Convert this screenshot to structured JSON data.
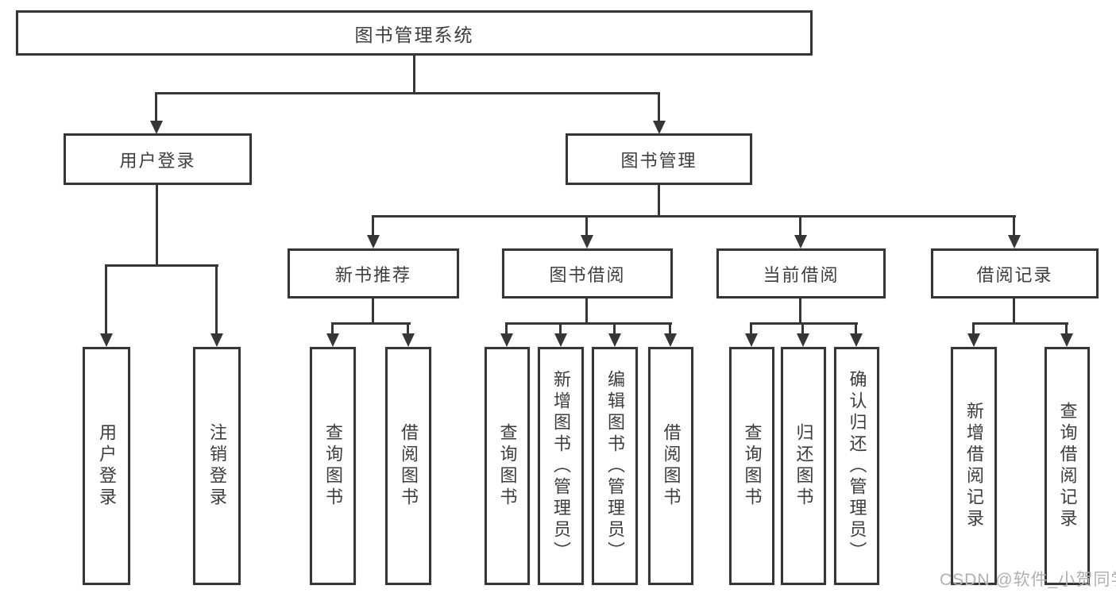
{
  "diagram": {
    "title_node": {
      "label": "图书管理系统"
    },
    "level2": [
      {
        "id": "user-login",
        "label": "用户登录"
      },
      {
        "id": "book-management",
        "label": "图书管理"
      }
    ],
    "level3": [
      {
        "id": "new-book-recommend",
        "label": "新书推荐",
        "parent": "图书管理"
      },
      {
        "id": "book-borrow",
        "label": "图书借阅",
        "parent": "图书管理"
      },
      {
        "id": "current-borrow",
        "label": "当前借阅",
        "parent": "图书管理"
      },
      {
        "id": "borrow-record",
        "label": "借阅记录",
        "parent": "图书管理"
      }
    ],
    "leaves": [
      {
        "label": "用户登录",
        "parent": "用户登录"
      },
      {
        "label": "注销登录",
        "parent": "用户登录"
      },
      {
        "label": "查询图书",
        "parent": "新书推荐"
      },
      {
        "label": "借阅图书",
        "parent": "新书推荐"
      },
      {
        "label": "查询图书",
        "parent": "图书借阅"
      },
      {
        "label": "新增图书（管理员）",
        "parent": "图书借阅"
      },
      {
        "label": "编辑图书（管理员）",
        "parent": "图书借阅"
      },
      {
        "label": "借阅图书",
        "parent": "图书借阅"
      },
      {
        "label": "查询图书",
        "parent": "当前借阅"
      },
      {
        "label": "归还图书",
        "parent": "当前借阅"
      },
      {
        "label": "确认归还（管理员）",
        "parent": "当前借阅"
      },
      {
        "label": "新增借阅记录",
        "parent": "借阅记录"
      },
      {
        "label": "查询借阅记录",
        "parent": "借阅记录"
      }
    ],
    "colors": {
      "line": "#363636",
      "text": "#3d3d3d",
      "box_background": "#ffffff",
      "watermark": "#b0b0b0"
    }
  },
  "watermark": {
    "text": "CSDN @软件_小贺同学"
  }
}
